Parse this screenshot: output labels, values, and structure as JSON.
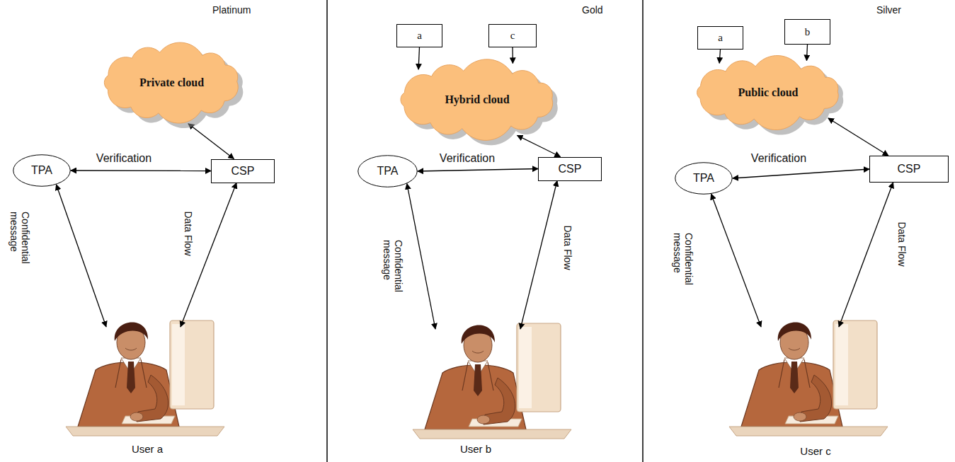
{
  "diagram": {
    "nodes": [
      {
        "text": [
          "Private cloud"
        ]
      },
      {
        "text": [
          "TPA"
        ]
      },
      {
        "text": [
          "CSP"
        ]
      },
      {
        "text": [
          "User a"
        ]
      },
      {
        "text": [
          "a"
        ]
      },
      {
        "text": [
          "c"
        ]
      },
      {
        "text": [
          "Hybrid cloud"
        ]
      },
      {
        "text": [
          "TPA"
        ]
      },
      {
        "text": [
          "CSP"
        ]
      },
      {
        "text": [
          "User b"
        ]
      },
      {
        "text": [
          "a"
        ]
      },
      {
        "text": [
          "b"
        ]
      },
      {
        "text": [
          "Public cloud"
        ]
      },
      {
        "text": [
          "TPA"
        ]
      },
      {
        "text": [
          "CSP"
        ]
      },
      {
        "text": [
          "User c"
        ]
      }
    ],
    "edges": [
      {
        "from": 2,
        "to": 0,
        "arrow": "both"
      },
      {
        "from": 1,
        "to": 2,
        "label": "Verification",
        "arrow": "both"
      },
      {
        "from": 1,
        "to": 3,
        "label": "Confidential message",
        "arrow": "both"
      },
      {
        "from": 2,
        "to": 3,
        "label": "Data Flow",
        "arrow": "both"
      },
      {
        "from": 4,
        "to": 6,
        "arrow": "to"
      },
      {
        "from": 5,
        "to": 6,
        "arrow": "to"
      },
      {
        "from": 8,
        "to": 6,
        "arrow": "both"
      },
      {
        "from": 7,
        "to": 8,
        "label": "Verification",
        "arrow": "both"
      },
      {
        "from": 7,
        "to": 9,
        "label": "Confidential message",
        "arrow": "both"
      },
      {
        "from": 8,
        "to": 9,
        "label": "Data Flow",
        "arrow": "both"
      },
      {
        "from": 10,
        "to": 12,
        "arrow": "to"
      },
      {
        "from": 11,
        "to": 12,
        "arrow": "to"
      },
      {
        "from": 14,
        "to": 12,
        "arrow": "both"
      },
      {
        "from": 13,
        "to": 14,
        "label": "Verification",
        "arrow": "both"
      },
      {
        "from": 13,
        "to": 15,
        "label": "Confidential message",
        "arrow": "both"
      },
      {
        "from": 14,
        "to": 15,
        "label": "Data Flow",
        "arrow": "both"
      }
    ],
    "labels": [
      "Platinum",
      "Gold",
      "Silver"
    ]
  }
}
